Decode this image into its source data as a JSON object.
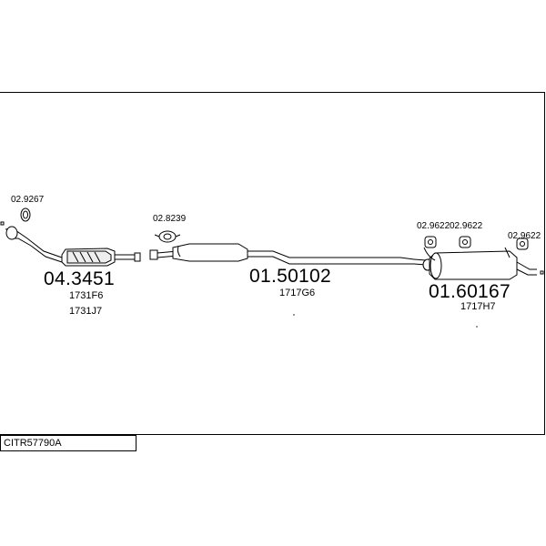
{
  "diagram": {
    "reference_code": "CITR57790A",
    "parts": [
      {
        "main": "04.3451",
        "subs": [
          "1731F6",
          "1731J7"
        ]
      },
      {
        "main": "01.50102",
        "subs": [
          "1717G6"
        ]
      },
      {
        "main": "01.60167",
        "subs": [
          "1717H7"
        ]
      }
    ],
    "fittings": [
      "02.9267",
      "02.8239",
      "02.9622",
      "02.9622",
      "02.9622"
    ]
  }
}
